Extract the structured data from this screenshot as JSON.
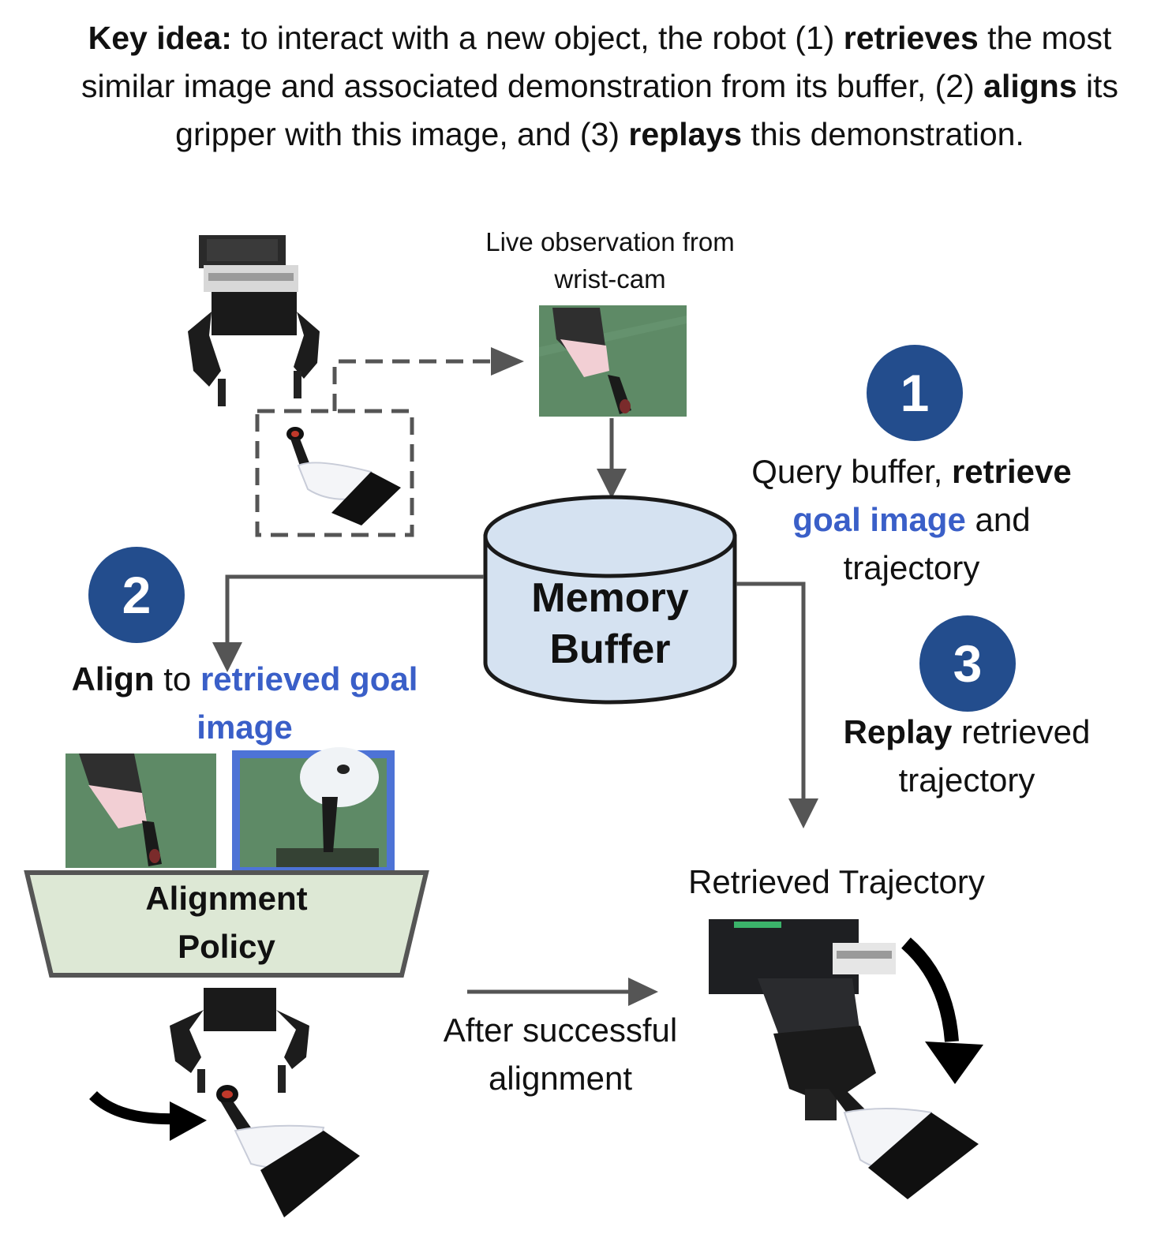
{
  "header": {
    "key_label": "Key idea:",
    "t1": " to interact with a new object, the robot (1) ",
    "retrieves": "retrieves",
    "t2": " the most similar image and associated demonstration from its buffer, (2) ",
    "aligns": "aligns",
    "t3": " its gripper with this image, and (3) ",
    "replays": "replays",
    "t4": " this demonstration."
  },
  "live_obs": {
    "line1": "Live observation from",
    "line2": "wrist-cam"
  },
  "memory_buffer": {
    "line1": "Memory",
    "line2": "Buffer"
  },
  "step1": {
    "number": "1",
    "t1": "Query buffer, ",
    "bold": "retrieve",
    "blue": "goal image",
    "t2": " and",
    "t3": "trajectory"
  },
  "step2": {
    "number": "2",
    "bold": "Align",
    "t1": " to ",
    "blue1": "retrieved goal",
    "blue2": "image"
  },
  "step3": {
    "number": "3",
    "bold": "Replay",
    "t1": " retrieved",
    "t2": "trajectory"
  },
  "alignment_policy": {
    "line1": "Alignment",
    "line2": "Policy"
  },
  "after_alignment": {
    "line1": "After successful",
    "line2": "alignment"
  },
  "retrieved_trajectory": {
    "label": "Retrieved Trajectory"
  },
  "colors": {
    "circle": "#234d8d",
    "highlight_blue": "#3a5fc8",
    "goal_frame": "#4d73d6",
    "buffer_fill": "#d5e2f1",
    "policy_fill": "#dde8d5",
    "arrow_gray": "#555555",
    "photo_green": "#5e8a66"
  },
  "icons": [
    "gripper-icon",
    "brush-icon",
    "curved-arrow-icon",
    "robot-arm-icon"
  ]
}
